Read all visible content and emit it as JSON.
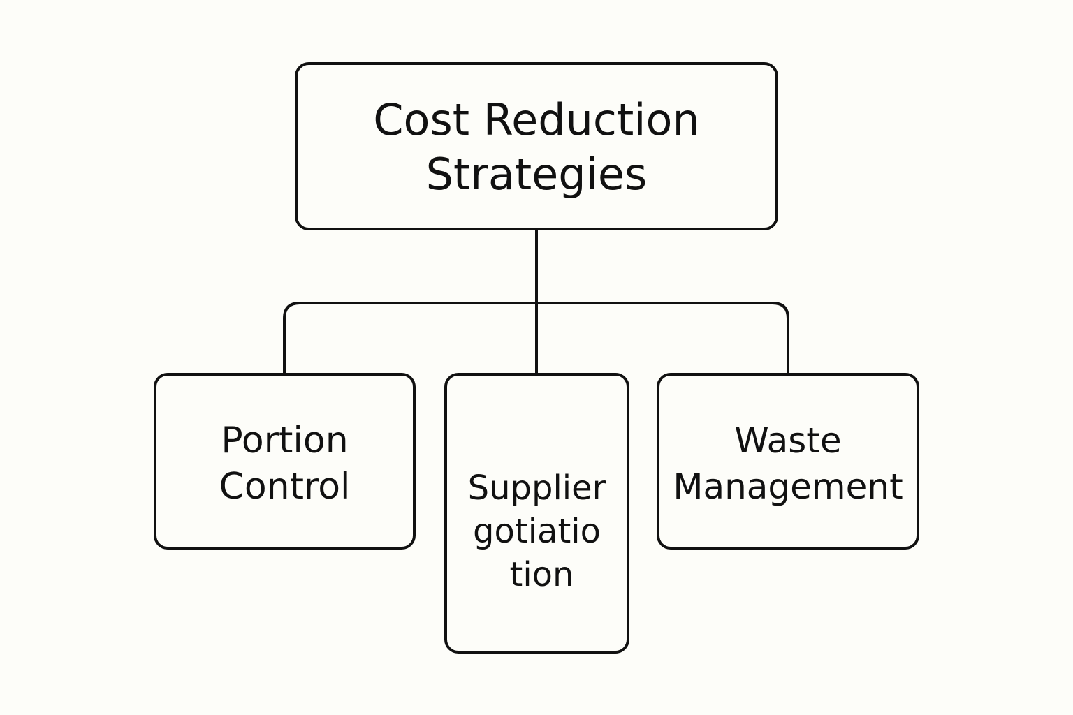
{
  "diagram": {
    "type": "tree",
    "root": {
      "label_lines": [
        "Cost Reduction",
        "Strategies"
      ]
    },
    "children": [
      {
        "id": "portion",
        "label_lines": [
          "Portion",
          "Control"
        ]
      },
      {
        "id": "supplier",
        "label_lines": [
          "Supplier",
          "gotiatio",
          "tion"
        ]
      },
      {
        "id": "waste",
        "label_lines": [
          "Waste",
          "Management"
        ]
      }
    ],
    "edges": [
      {
        "from": "root",
        "to": "portion"
      },
      {
        "from": "root",
        "to": "supplier"
      },
      {
        "from": "root",
        "to": "waste"
      }
    ],
    "colors": {
      "background": "#fdfdf9",
      "stroke": "#111111",
      "text": "#111111"
    }
  }
}
